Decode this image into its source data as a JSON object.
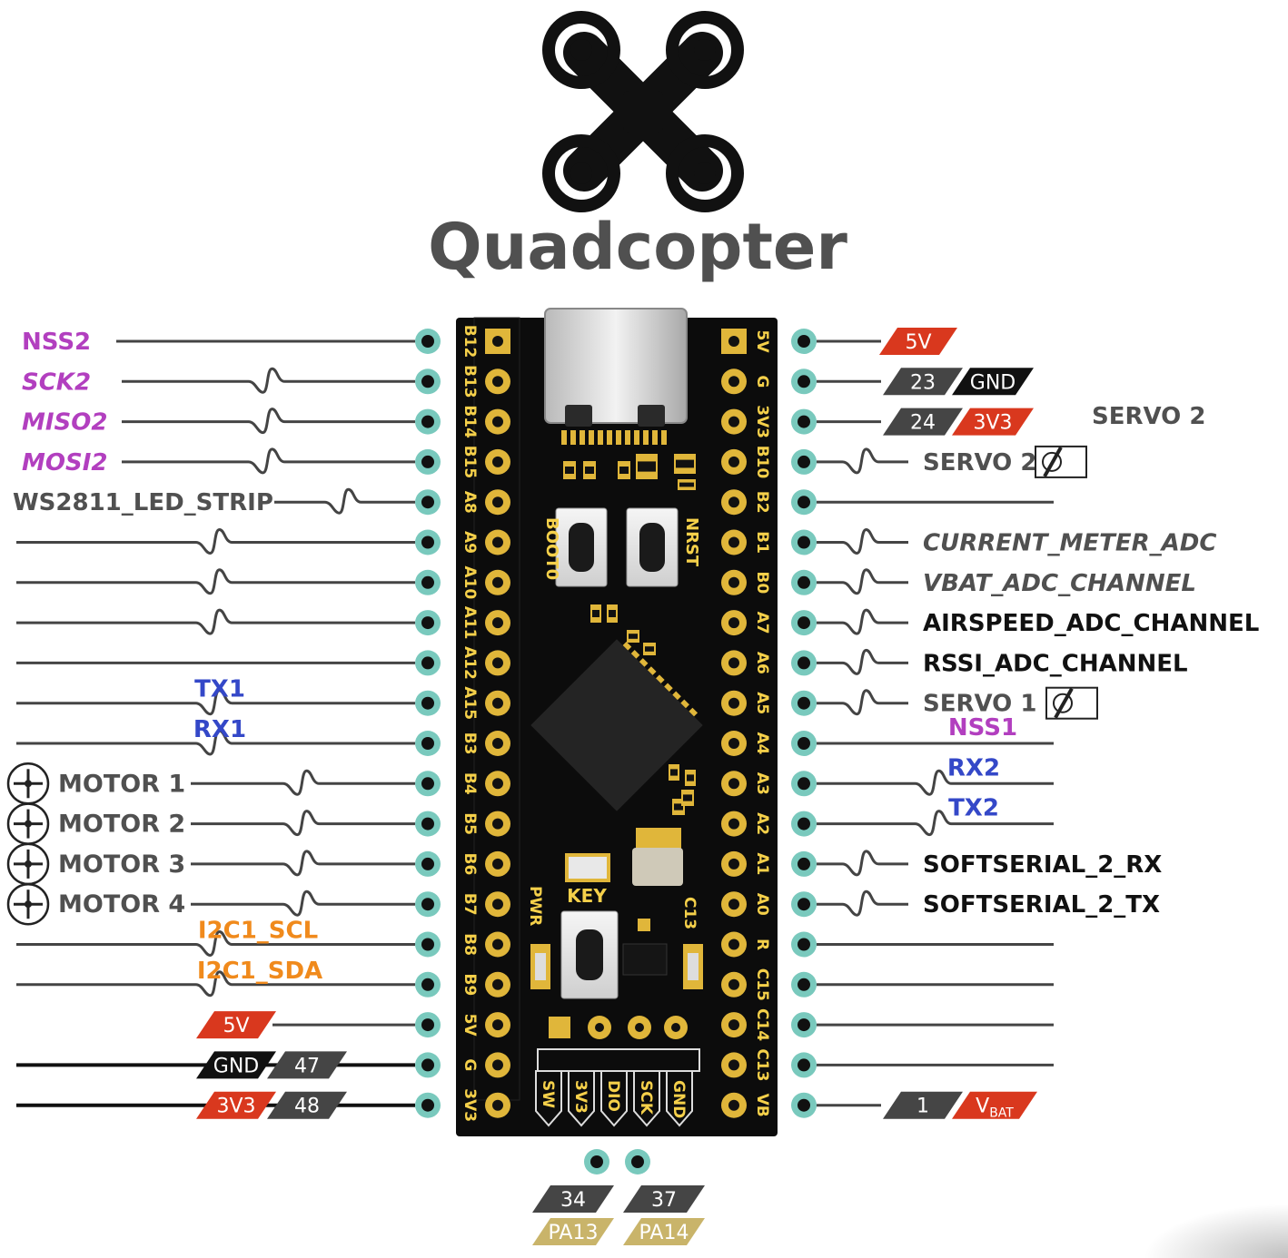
{
  "title": "Quadcopter",
  "logo_icon": "quadcopter-icon",
  "colors": {
    "board": "#0c0c0c",
    "pin_text": "#f5d04a",
    "pad_gold": "#e0b63a",
    "connector_teal": "#79c9bd",
    "red_tag": "#d9381e",
    "dark_tag": "#454545",
    "black_tag": "#111111",
    "olive_tag": "#c9b46a",
    "purple": "#b23fbf",
    "blue": "#3448c8",
    "orange": "#f08a1c",
    "gray_text": "#505050",
    "black_text": "#111111"
  },
  "board": {
    "left_pins": [
      "B12",
      "B13",
      "B14",
      "B15",
      "A8",
      "A9",
      "A10",
      "A11",
      "A12",
      "A15",
      "B3",
      "B4",
      "B5",
      "B6",
      "B7",
      "B8",
      "B9",
      "5V",
      "G",
      "3V3"
    ],
    "right_pins": [
      "5V",
      "G",
      "3V3",
      "B10",
      "B2",
      "B1",
      "B0",
      "A7",
      "A6",
      "A5",
      "A4",
      "A3",
      "A2",
      "A1",
      "A0",
      "R",
      "C15",
      "C14",
      "C13",
      "VB"
    ],
    "buttons": [
      "BOOT0",
      "NRST"
    ],
    "key_label": "KEY",
    "pwr_label": "PWR",
    "c13_label": "C13",
    "swd_pins": [
      "SW",
      "3V3",
      "DIO",
      "SCK",
      "GND"
    ]
  },
  "left_labels": [
    {
      "text": "NSS2",
      "color": "purple",
      "style": "bold",
      "wave": false,
      "icon": ""
    },
    {
      "text": "SCK2",
      "color": "purple",
      "style": "italic",
      "wave": true,
      "icon": ""
    },
    {
      "text": "MISO2",
      "color": "purple",
      "style": "italic",
      "wave": true,
      "icon": ""
    },
    {
      "text": "MOSI2",
      "color": "purple",
      "style": "italic",
      "wave": true,
      "icon": ""
    },
    {
      "text": "WS2811_LED_STRIP",
      "color": "gray",
      "style": "bold",
      "wave": true,
      "icon": ""
    },
    {
      "text": "",
      "color": "gray",
      "style": "bold",
      "wave": true,
      "icon": ""
    },
    {
      "text": "",
      "color": "gray",
      "style": "bold",
      "wave": true,
      "icon": ""
    },
    {
      "text": "",
      "color": "gray",
      "style": "bold",
      "wave": true,
      "icon": ""
    },
    {
      "text": "",
      "color": "gray",
      "style": "bold",
      "wave": false,
      "icon": ""
    },
    {
      "text": "TX1",
      "color": "blue",
      "style": "bold",
      "wave": true,
      "icon": ""
    },
    {
      "text": "RX1",
      "color": "blue",
      "style": "bold",
      "wave": true,
      "icon": ""
    },
    {
      "text": "MOTOR 1",
      "color": "gray",
      "style": "bold",
      "wave": true,
      "icon": "propeller-icon"
    },
    {
      "text": "MOTOR 2",
      "color": "gray",
      "style": "bold",
      "wave": true,
      "icon": "propeller-icon"
    },
    {
      "text": "MOTOR 3",
      "color": "gray",
      "style": "bold",
      "wave": true,
      "icon": "propeller-icon"
    },
    {
      "text": "MOTOR 4",
      "color": "gray",
      "style": "bold",
      "wave": true,
      "icon": "propeller-icon"
    },
    {
      "text": "I2C1_SCL",
      "color": "orange",
      "style": "bold",
      "wave": true,
      "icon": ""
    },
    {
      "text": "I2C1_SDA",
      "color": "orange",
      "style": "bold",
      "wave": true,
      "icon": ""
    },
    {
      "text": "",
      "color": "gray",
      "style": "bold",
      "wave": false,
      "icon": ""
    },
    {
      "text": "",
      "color": "gray",
      "style": "bold",
      "wave": false,
      "icon": ""
    },
    {
      "text": "",
      "color": "gray",
      "style": "bold",
      "wave": false,
      "icon": ""
    }
  ],
  "right_labels": [
    {
      "text": "",
      "color": "gray",
      "style": "bold",
      "wave": false,
      "icon": ""
    },
    {
      "text": "",
      "color": "gray",
      "style": "bold",
      "wave": false,
      "icon": ""
    },
    {
      "text": "",
      "color": "gray",
      "style": "bold",
      "wave": false,
      "icon": ""
    },
    {
      "text": "SERVO 2",
      "color": "gray",
      "style": "bold",
      "wave": true,
      "icon": "servo-icon"
    },
    {
      "text": "",
      "color": "gray",
      "style": "bold",
      "wave": false,
      "icon": ""
    },
    {
      "text": "CURRENT_METER_ADC",
      "color": "gray",
      "style": "italic",
      "wave": true,
      "icon": ""
    },
    {
      "text": "VBAT_ADC_CHANNEL",
      "color": "gray",
      "style": "italic",
      "wave": true,
      "icon": ""
    },
    {
      "text": "AIRSPEED_ADC_CHANNEL",
      "color": "black",
      "style": "bold",
      "wave": true,
      "icon": ""
    },
    {
      "text": "RSSI_ADC_CHANNEL",
      "color": "black",
      "style": "bold",
      "wave": true,
      "icon": ""
    },
    {
      "text": "SERVO 1",
      "color": "gray",
      "style": "bold",
      "wave": true,
      "icon": "servo-icon"
    },
    {
      "text": "NSS1",
      "color": "purple",
      "style": "bold",
      "wave": false,
      "icon": ""
    },
    {
      "text": "RX2",
      "color": "blue",
      "style": "bold",
      "wave": true,
      "icon": ""
    },
    {
      "text": "TX2",
      "color": "blue",
      "style": "bold",
      "wave": true,
      "icon": ""
    },
    {
      "text": "SOFTSERIAL_2_RX",
      "color": "black",
      "style": "bold",
      "wave": true,
      "icon": ""
    },
    {
      "text": "SOFTSERIAL_2_TX",
      "color": "black",
      "style": "bold",
      "wave": true,
      "icon": ""
    },
    {
      "text": "",
      "color": "gray",
      "style": "bold",
      "wave": false,
      "icon": ""
    },
    {
      "text": "",
      "color": "gray",
      "style": "bold",
      "wave": false,
      "icon": ""
    },
    {
      "text": "",
      "color": "gray",
      "style": "bold",
      "wave": false,
      "icon": ""
    },
    {
      "text": "",
      "color": "gray",
      "style": "bold",
      "wave": false,
      "icon": ""
    },
    {
      "text": "",
      "color": "gray",
      "style": "bold",
      "wave": false,
      "icon": ""
    }
  ],
  "servo2_header": "SERVO 2",
  "right_tags": {
    "5v": [
      {
        "text": "5V",
        "color": "red"
      }
    ],
    "g": [
      {
        "text": "23",
        "color": "dark"
      },
      {
        "text": "GND",
        "color": "black"
      }
    ],
    "3v3": [
      {
        "text": "24",
        "color": "dark"
      },
      {
        "text": "3V3",
        "color": "red"
      }
    ],
    "vb": [
      {
        "text": "1",
        "color": "dark"
      },
      {
        "text": "V",
        "sub": "BAT",
        "color": "red"
      }
    ]
  },
  "left_tags": {
    "5v": [
      {
        "text": "5V",
        "color": "red"
      }
    ],
    "g": [
      {
        "text": "GND",
        "color": "black"
      },
      {
        "text": "47",
        "color": "dark"
      }
    ],
    "3v3": [
      {
        "text": "3V3",
        "color": "red"
      },
      {
        "text": "48",
        "color": "dark"
      }
    ]
  },
  "bottom_tags": [
    {
      "number": "34",
      "name": "PA13"
    },
    {
      "number": "37",
      "name": "PA14"
    }
  ]
}
